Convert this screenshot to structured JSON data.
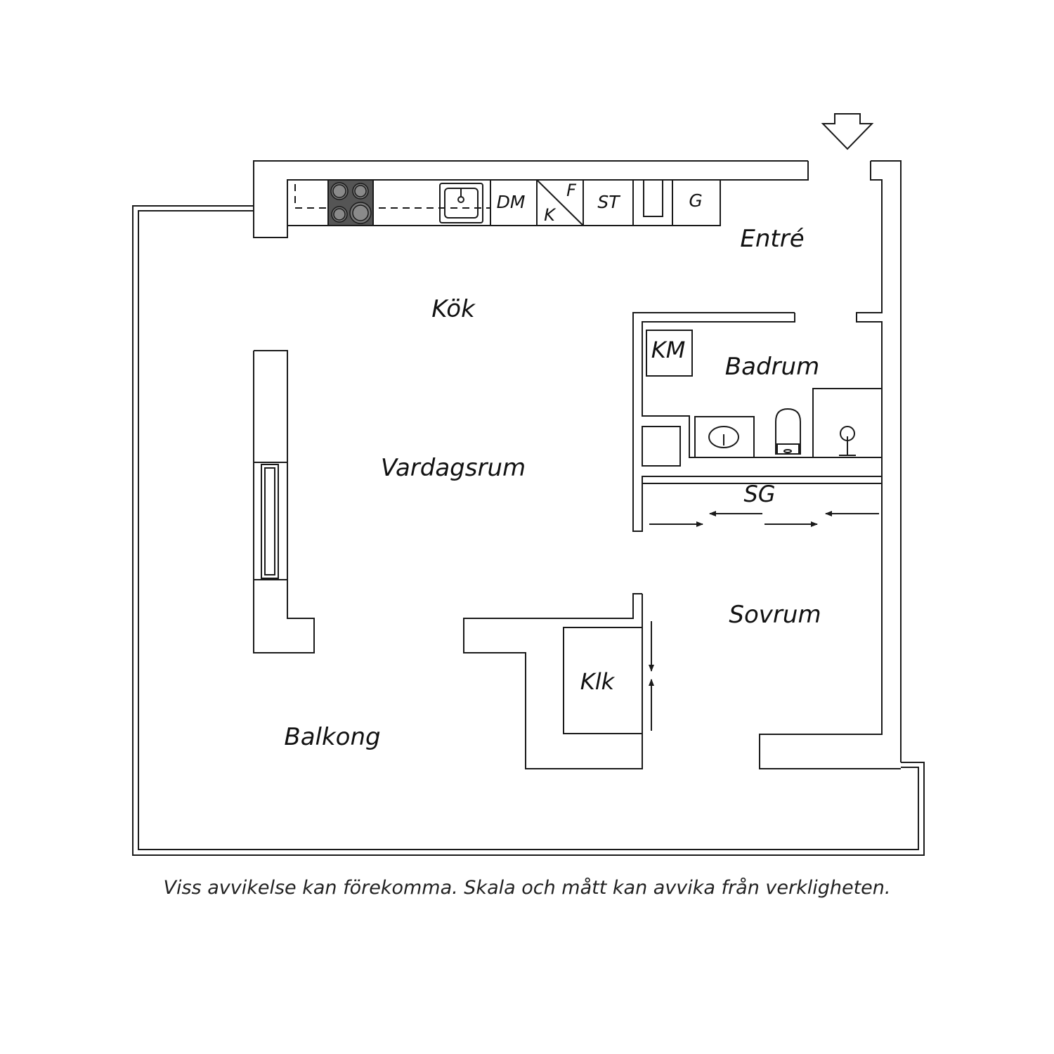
{
  "rooms": {
    "entre": "Entré",
    "kok": "Kök",
    "badrum": "Badrum",
    "vardagsrum": "Vardagsrum",
    "sovrum": "Sovrum",
    "balkong": "Balkong",
    "klk": "Klk",
    "sg": "SG"
  },
  "fixtures": {
    "dm": "DM",
    "f": "F",
    "k": "K",
    "st": "ST",
    "g": "G",
    "km": "KM"
  },
  "icons": [
    "entrance-arrow-icon",
    "stove-icon",
    "sink-icon",
    "washbasin-icon",
    "toilet-icon",
    "shower-icon",
    "sliding-door-arrow-icon",
    "fireplace-icon"
  ],
  "colors": {
    "line": "#1a1a1a",
    "stove": "#555555",
    "background": "#ffffff"
  },
  "disclaimer": "Viss avvikelse kan förekomma. Skala och mått kan avvika från verkligheten."
}
